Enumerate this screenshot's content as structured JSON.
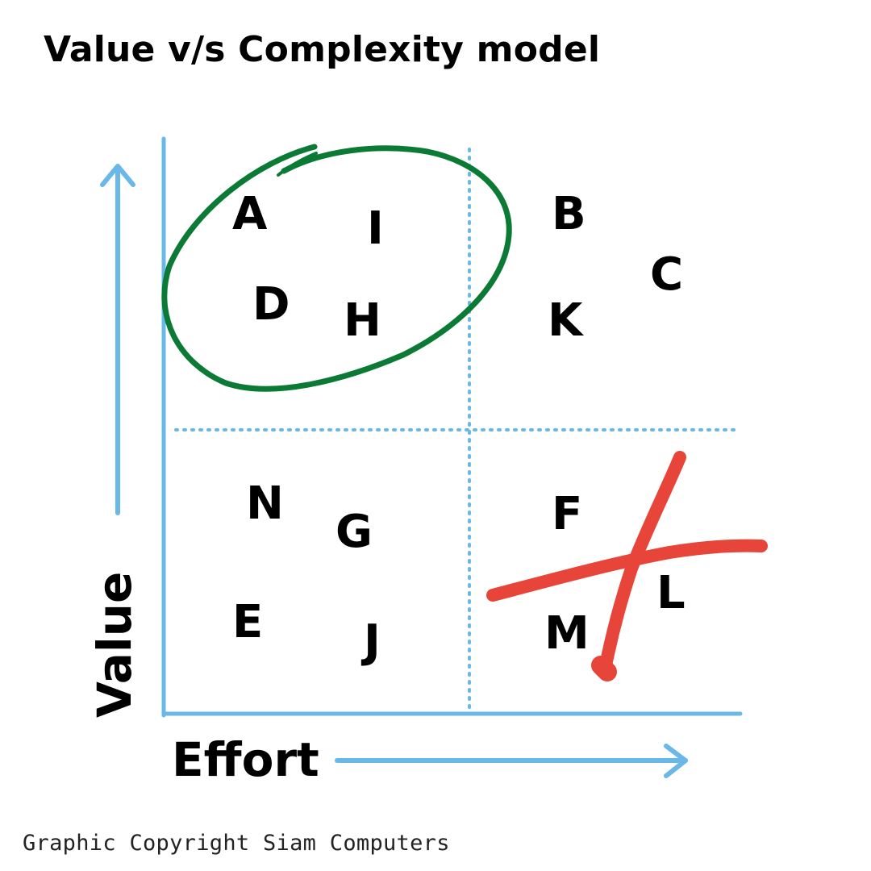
{
  "title": "Value v/s Complexity model",
  "axes": {
    "x_label": "Effort",
    "y_label": "Value"
  },
  "items": {
    "a": "A",
    "b": "B",
    "c": "C",
    "d": "D",
    "e": "E",
    "f": "F",
    "g": "G",
    "h": "H",
    "i": "I",
    "j": "J",
    "k": "K",
    "l": "L",
    "m": "M",
    "n": "N"
  },
  "colors": {
    "axis": "#6ab8e8",
    "grid": "#6ab8e8",
    "circle": "#0b7a35",
    "cross": "#e8453a",
    "text": "#000000"
  },
  "footer": "Graphic Copyright Siam Computers"
}
